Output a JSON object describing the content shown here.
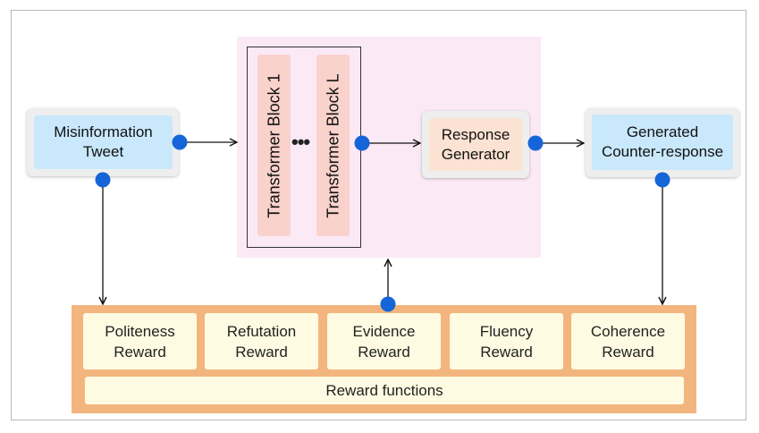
{
  "nodes": {
    "input": {
      "line1": "Misinformation",
      "line2": "Tweet"
    },
    "block_first": "Transformer Block 1",
    "block_last": "Transformer Block L",
    "ellipsis": "•••",
    "generator": {
      "line1": "Response",
      "line2": "Generator"
    },
    "output": {
      "line1": "Generated",
      "line2": "Counter-response"
    }
  },
  "rewards": [
    {
      "line1": "Politeness",
      "line2": "Reward"
    },
    {
      "line1": "Refutation",
      "line2": "Reward"
    },
    {
      "line1": "Evidence",
      "line2": "Reward"
    },
    {
      "line1": "Fluency",
      "line2": "Reward"
    },
    {
      "line1": "Coherence",
      "line2": "Reward"
    }
  ],
  "reward_functions": "Reward functions",
  "colors": {
    "connector_dot": "#1565d8",
    "model_panel": "#fbe9f6",
    "transformer_block": "#f9d2cc",
    "io_box": "#c9e8fb",
    "generator_box": "#fce2d2",
    "reward_container": "#f3b57e",
    "reward_box": "#fefbe2"
  }
}
